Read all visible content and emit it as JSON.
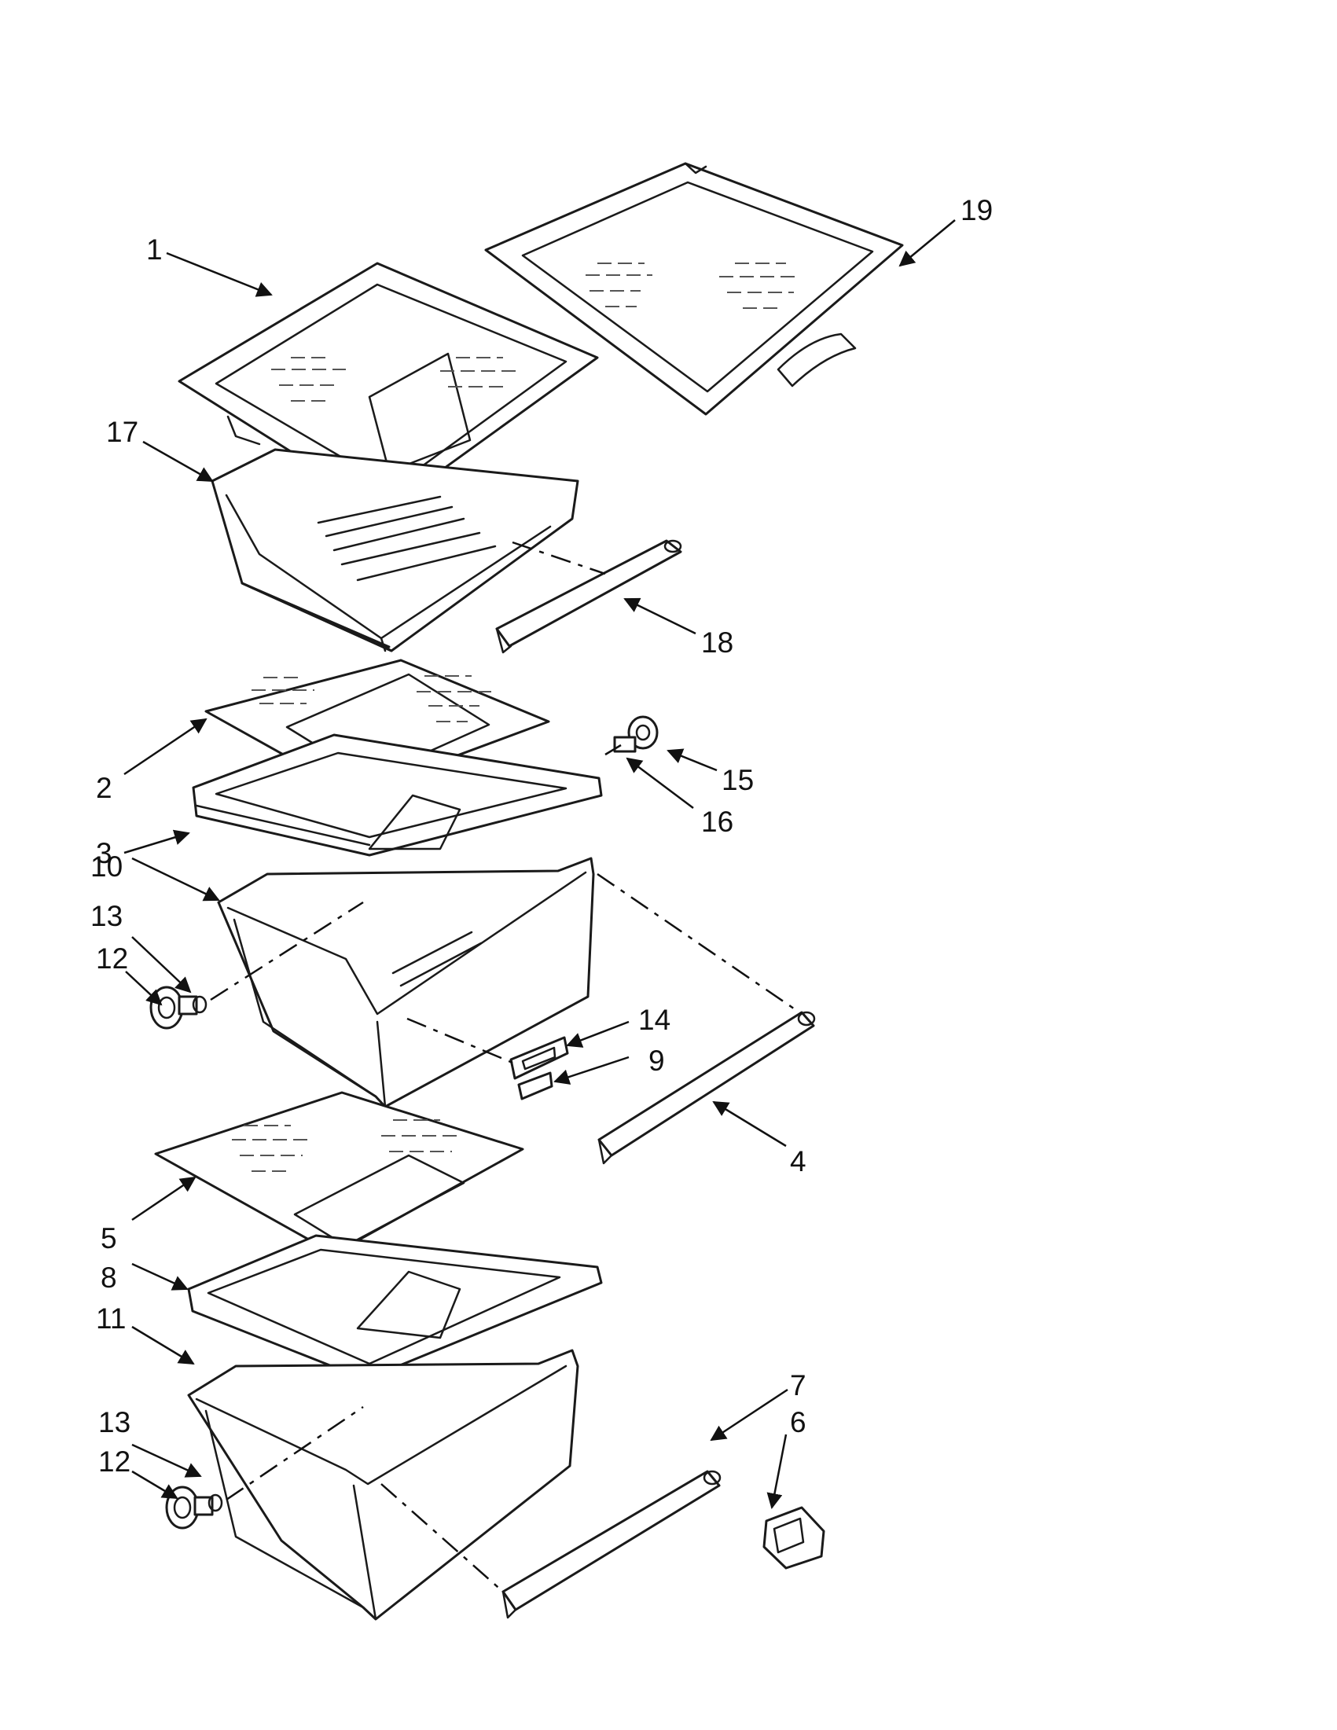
{
  "callouts": {
    "c1": "1",
    "c19": "19",
    "c17": "17",
    "c18": "18",
    "c2": "2",
    "c3": "3",
    "c15": "15",
    "c16": "16",
    "c10": "10",
    "c13a": "13",
    "c12a": "12",
    "c14": "14",
    "c9": "9",
    "c4": "4",
    "c5": "5",
    "c8": "8",
    "c11": "11",
    "c7": "7",
    "c6": "6",
    "c13b": "13",
    "c12b": "12"
  },
  "colors": {
    "line": "#1a1a1a",
    "background": "#ffffff"
  }
}
